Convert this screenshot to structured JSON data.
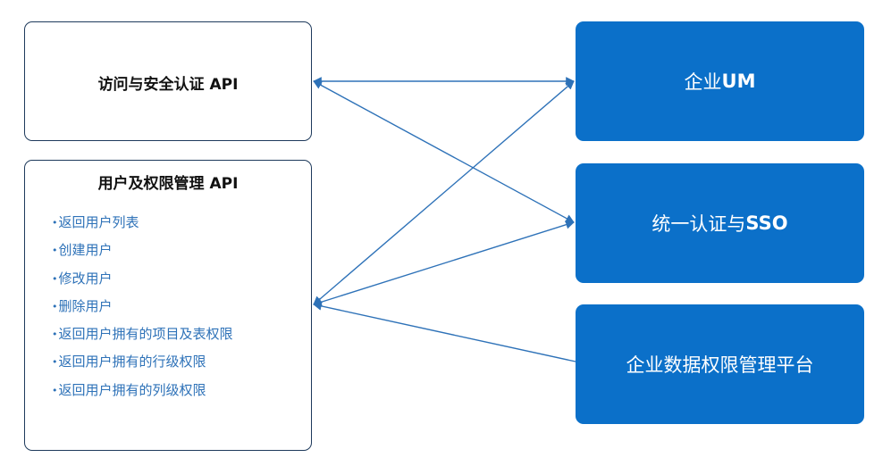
{
  "left": {
    "access_api_title": "访问与安全认证 API",
    "user_api_title": "用户及权限管理 API",
    "user_api_items": [
      "返回用户列表",
      "创建用户",
      "修改用户",
      "删除用户",
      "返回用户拥有的项目及表权限",
      "返回用户拥有的行级权限",
      "返回用户拥有的列级权限"
    ]
  },
  "right": {
    "um": {
      "text": "企业",
      "bold": "UM"
    },
    "sso": {
      "text": "统一认证与",
      "bold": "SSO"
    },
    "data_platform": {
      "text": "企业数据权限管理平台"
    }
  },
  "colors": {
    "accent": "#0b70c9",
    "arrow": "#2e72b8",
    "border": "#1e3a5c"
  }
}
